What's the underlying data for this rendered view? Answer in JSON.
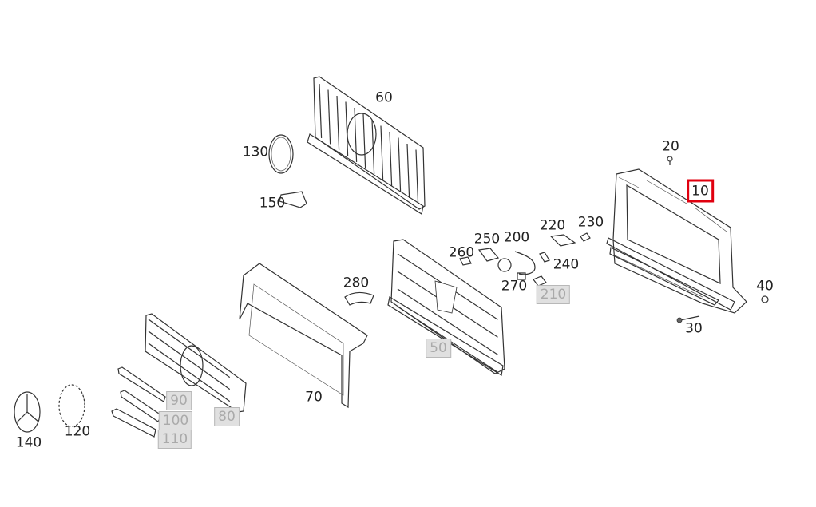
{
  "diagram": {
    "callouts": [
      {
        "id": "60",
        "label": "60",
        "state": "normal"
      },
      {
        "id": "130",
        "label": "130",
        "state": "normal"
      },
      {
        "id": "150",
        "label": "150",
        "state": "normal"
      },
      {
        "id": "20",
        "label": "20",
        "state": "normal"
      },
      {
        "id": "10",
        "label": "10",
        "state": "selected"
      },
      {
        "id": "230",
        "label": "230",
        "state": "normal"
      },
      {
        "id": "220",
        "label": "220",
        "state": "normal"
      },
      {
        "id": "250",
        "label": "250",
        "state": "normal"
      },
      {
        "id": "200",
        "label": "200",
        "state": "normal"
      },
      {
        "id": "260",
        "label": "260",
        "state": "normal"
      },
      {
        "id": "240",
        "label": "240",
        "state": "normal"
      },
      {
        "id": "270",
        "label": "270",
        "state": "normal"
      },
      {
        "id": "210",
        "label": "210",
        "state": "unavailable"
      },
      {
        "id": "280",
        "label": "280",
        "state": "normal"
      },
      {
        "id": "40",
        "label": "40",
        "state": "normal"
      },
      {
        "id": "30",
        "label": "30",
        "state": "normal"
      },
      {
        "id": "50",
        "label": "50",
        "state": "unavailable"
      },
      {
        "id": "70",
        "label": "70",
        "state": "normal"
      },
      {
        "id": "90",
        "label": "90",
        "state": "unavailable"
      },
      {
        "id": "80",
        "label": "80",
        "state": "unavailable"
      },
      {
        "id": "100",
        "label": "100",
        "state": "unavailable"
      },
      {
        "id": "110",
        "label": "110",
        "state": "unavailable"
      },
      {
        "id": "120",
        "label": "120",
        "state": "normal"
      },
      {
        "id": "140",
        "label": "140",
        "state": "normal"
      }
    ],
    "colors": {
      "selected": "#e0000f",
      "unavailable_bg": "#e0e0e0",
      "unavailable_text": "#aaaaaa"
    }
  }
}
